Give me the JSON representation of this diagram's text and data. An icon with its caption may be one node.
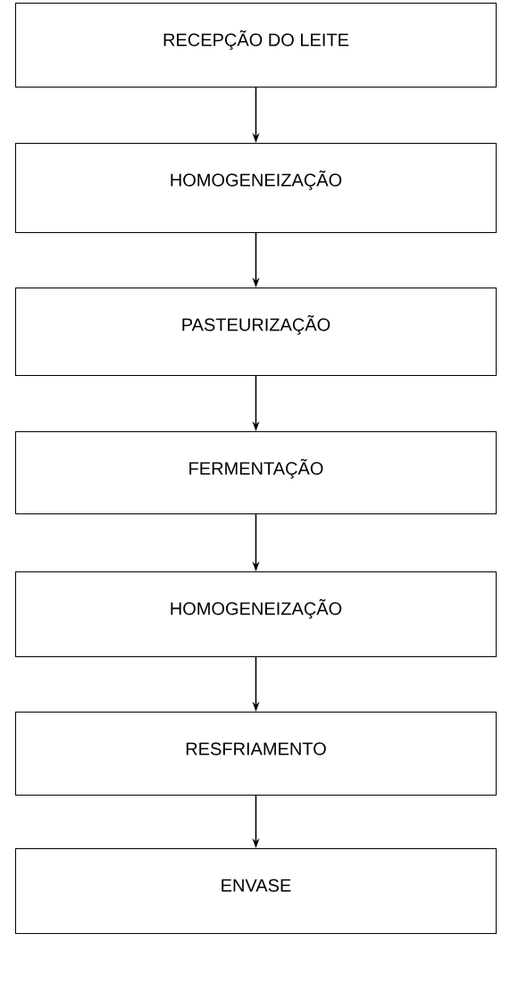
{
  "diagram": {
    "nodes": [
      {
        "text": [
          "RECEPÇÃO DO LEITE"
        ]
      },
      {
        "text": [
          "HOMOGENEIZAÇÃO"
        ]
      },
      {
        "text": [
          "PASTEURIZAÇÃO"
        ]
      },
      {
        "text": [
          "FERMENTAÇÃO"
        ]
      },
      {
        "text": [
          "HOMOGENEIZAÇÃO"
        ]
      },
      {
        "text": [
          "RESFRIAMENTO"
        ]
      },
      {
        "text": [
          "ENVASE"
        ]
      }
    ],
    "edges": [
      {
        "from": 0,
        "to": 1,
        "arrow": "to"
      },
      {
        "from": 1,
        "to": 2,
        "arrow": "to"
      },
      {
        "from": 2,
        "to": 3,
        "arrow": "to"
      },
      {
        "from": 3,
        "to": 4,
        "arrow": "to"
      },
      {
        "from": 4,
        "to": 5,
        "arrow": "to"
      },
      {
        "from": 5,
        "to": 6,
        "arrow": "to"
      }
    ]
  }
}
